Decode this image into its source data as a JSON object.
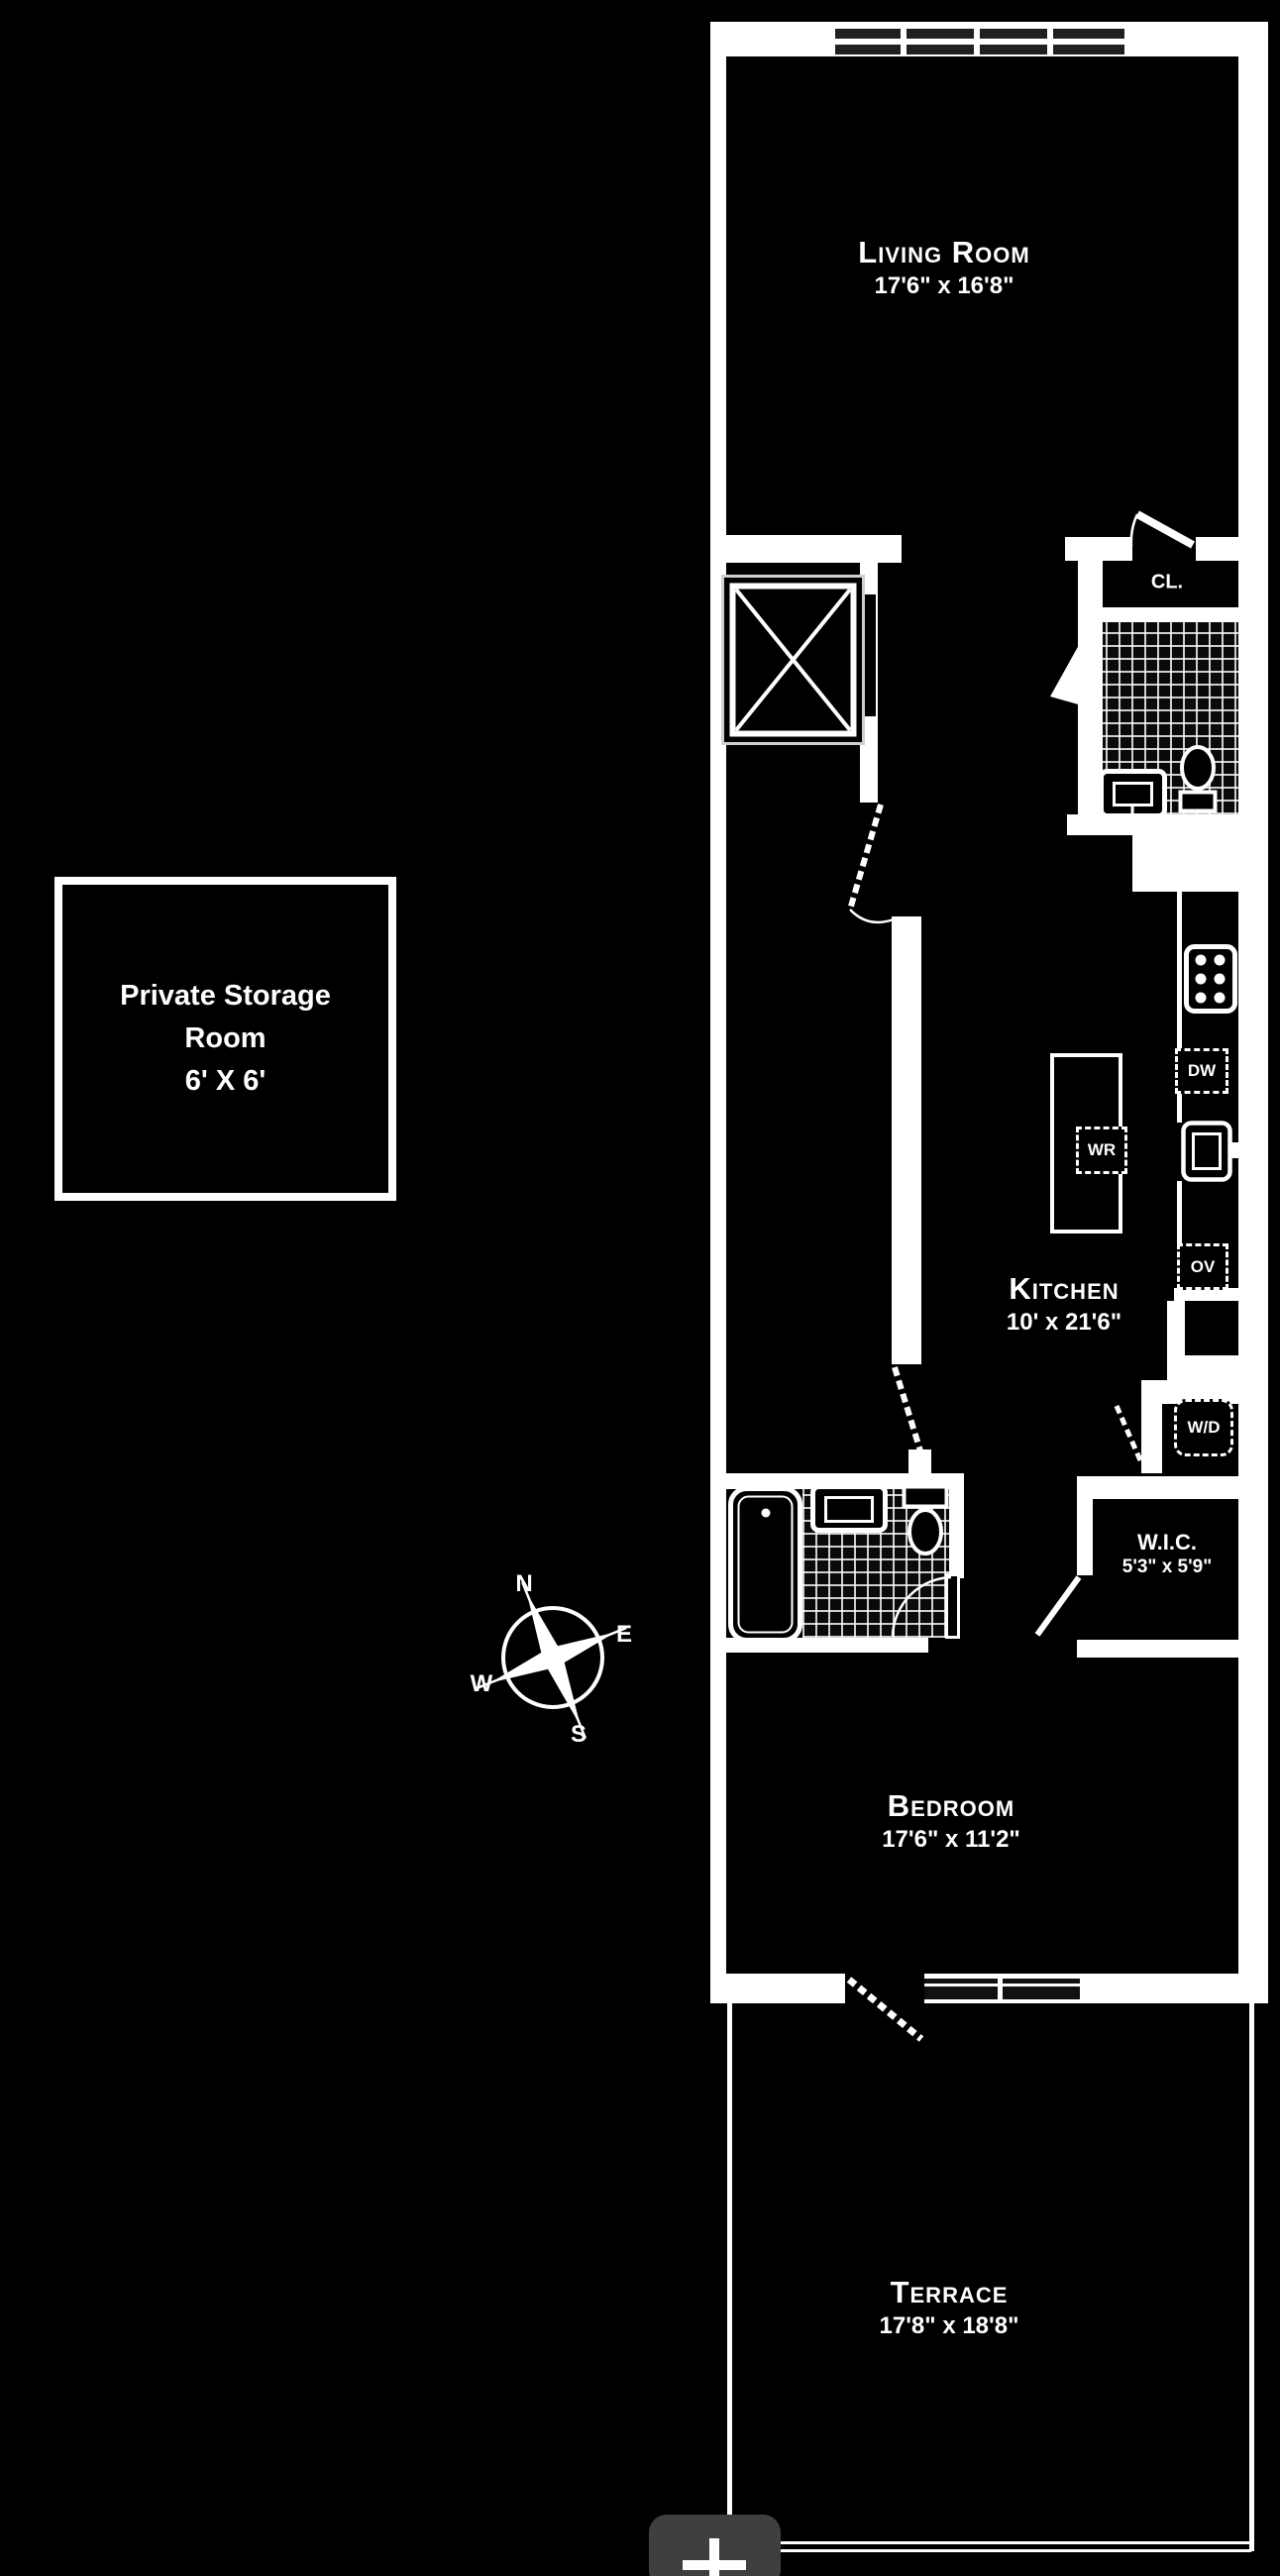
{
  "plan": {
    "rooms": [
      {
        "name": "Living Room",
        "dims": "17'6\" x 16'8\""
      },
      {
        "name": "Kitchen",
        "dims": "10' x 21'6\""
      },
      {
        "name": "W.I.C.",
        "dims": "5'3\" x 5'9\""
      },
      {
        "name": "Bedroom",
        "dims": "17'6\" x 11'2\""
      },
      {
        "name": "Terrace",
        "dims": "17'8\" x 18'8\""
      }
    ],
    "storage_room": {
      "line1": "Private Storage",
      "line2": "Room",
      "line3": "6' X 6'"
    },
    "labels": {
      "closet": "CL."
    },
    "appliances": {
      "dishwasher": "DW",
      "oven": "OV",
      "wine_fridge": "WR",
      "washer_dryer": "W/D"
    },
    "compass": {
      "north": "N",
      "east": "E",
      "south": "S",
      "west": "W"
    },
    "colors": {
      "background": "#000000",
      "walls": "#ffffff",
      "window_glass": "#202020",
      "zoom_button": "#3f3f3f",
      "text": "#ffffff"
    }
  },
  "controls": {
    "zoom_in_label": "+"
  }
}
